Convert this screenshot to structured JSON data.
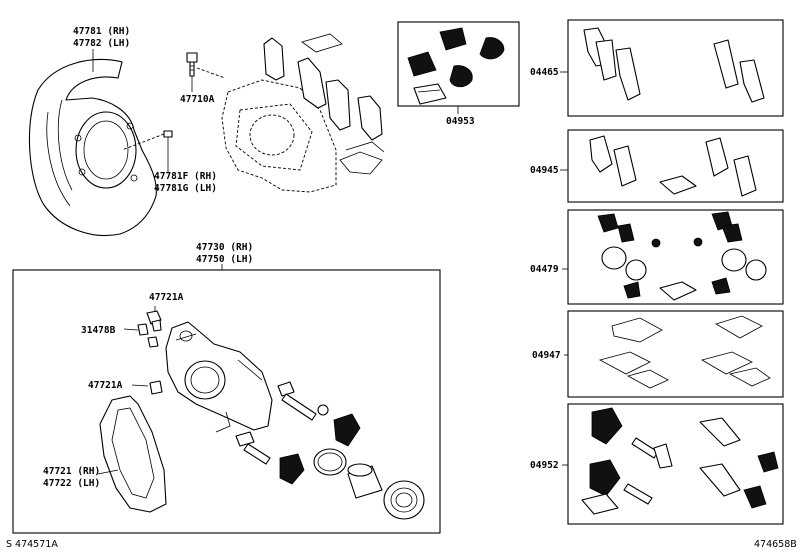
{
  "ref_left": "S  474571A",
  "ref_right": "474658B",
  "callouts": {
    "dust_cover": [
      "47781 (RH)",
      "47782 (LH)"
    ],
    "bolt_top": "47710A",
    "dust_cover_bolt": [
      "47781F (RH)",
      "47781G (LH)"
    ],
    "kit_seal": "04953",
    "caliper_assy": [
      "47730 (RH)",
      "47750 (LH)"
    ],
    "bleeder_plug": "47721A",
    "bleeder_cap": "31478B",
    "bleeder_plug2": "47721A",
    "mounting": [
      "47721 (RH)",
      "47722 (LH)"
    ],
    "kit_pads": "04465",
    "kit_shims": "04945",
    "kit_cylinder": "04479",
    "kit_fittings": "04947",
    "kit_slide": "04952"
  }
}
